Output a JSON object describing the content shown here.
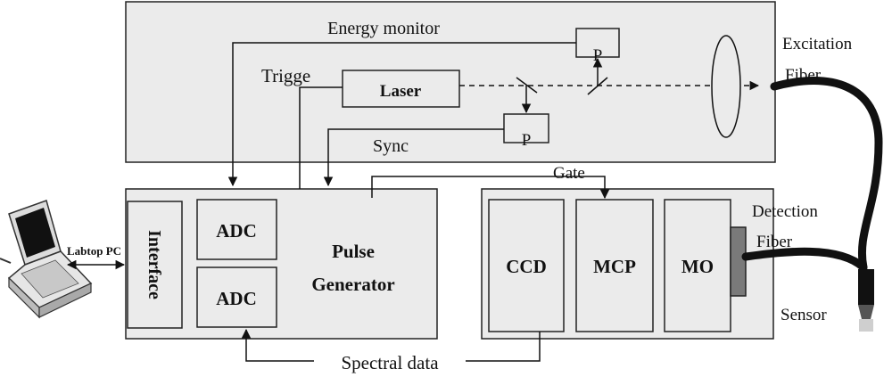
{
  "labels": {
    "energy_monitor": "Energy monitor",
    "trigger": "Trigge",
    "laser": "Laser",
    "sync": "Sync",
    "det1": "P",
    "det2": "P",
    "gate": "Gate",
    "adc1": "ADC",
    "adc2": "ADC",
    "interface": "Interface",
    "pulse": "Pulse",
    "generator": "Generator",
    "ccd": "CCD",
    "mcp": "MCP",
    "mo": "MO",
    "excitation": "Excitation",
    "excitation_fiber": "Fiber",
    "detection": "Detection",
    "detection_fiber": "Fiber",
    "sensor": "Sensor",
    "spectral_data": "Spectral data",
    "laptop": "Labtop PC"
  }
}
